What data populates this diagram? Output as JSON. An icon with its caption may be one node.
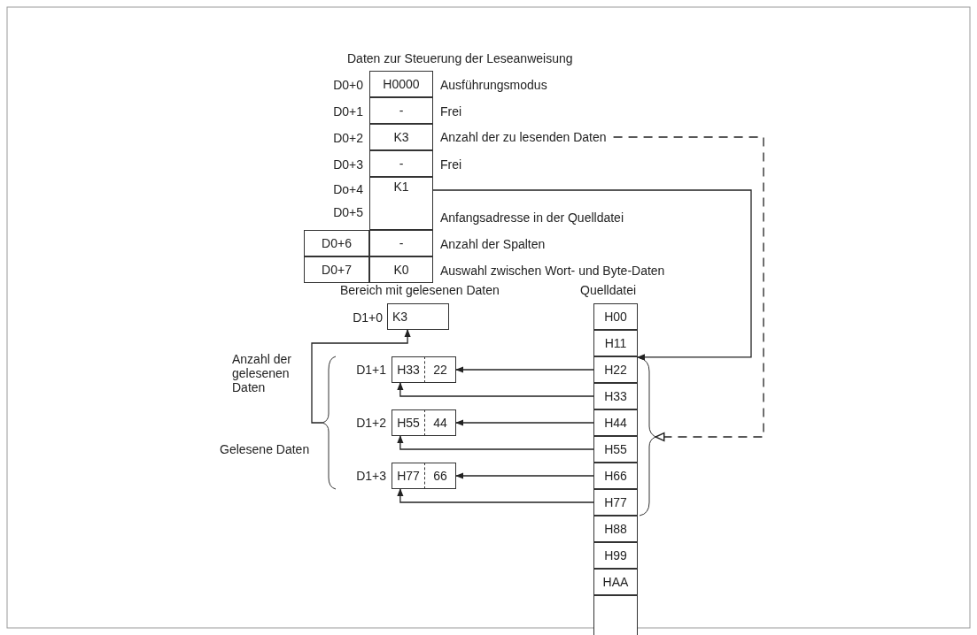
{
  "diagram": {
    "nodes": [
      {
        "text": [
          "H0000"
        ],
        "beside": [
          "Ausführungsmodus"
        ]
      },
      {
        "text": [
          "-"
        ],
        "beside": [
          "Frei"
        ]
      },
      {
        "text": [
          "K3"
        ]
      },
      {
        "text": [
          "-"
        ],
        "beside": [
          "Frei"
        ]
      },
      {
        "text": [
          "K1"
        ],
        "beside": [
          "Anfangsadresse in der Quelldatei"
        ]
      },
      {
        "text": [
          "D0+6"
        ]
      },
      {
        "text": [
          "-"
        ],
        "beside": [
          "Anzahl der Spalten"
        ]
      },
      {
        "text": [
          "D0+7"
        ]
      },
      {
        "text": [
          "K0"
        ],
        "beside": [
          "Auswahl zwischen Wort- und Byte-Daten"
        ]
      },
      {
        "text": [
          "Anzahl der zu lesenden Daten"
        ]
      },
      {
        "text": [
          "K3"
        ]
      },
      {
        "text": [
          "H33"
        ]
      },
      {
        "text": [
          "22"
        ]
      },
      {
        "text": [
          "H55"
        ]
      },
      {
        "text": [
          "44"
        ]
      },
      {
        "text": [
          "H77"
        ]
      },
      {
        "text": [
          "66"
        ]
      },
      {
        "text": [
          "H00"
        ]
      },
      {
        "text": [
          "H11"
        ]
      },
      {
        "text": [
          "H22"
        ]
      },
      {
        "text": [
          "H33"
        ]
      },
      {
        "text": [
          "H44"
        ]
      },
      {
        "text": [
          "H55"
        ]
      },
      {
        "text": [
          "H66"
        ]
      },
      {
        "text": [
          "H77"
        ]
      },
      {
        "text": [
          "H88"
        ]
      },
      {
        "text": [
          "H99"
        ]
      },
      {
        "text": [
          "HAA"
        ]
      },
      {
        "text": [],
        "shape": "box"
      },
      {
        "text": [],
        "shape": "brace"
      },
      {
        "text": [],
        "shape": "brace"
      }
    ],
    "edges": [
      {
        "from": 9,
        "to": 30,
        "arrow": "to",
        "style": "dashed"
      },
      {
        "from": 4,
        "to": 19,
        "arrow": "to"
      },
      {
        "from": 29,
        "to": 10,
        "arrow": "to"
      },
      {
        "from": 19,
        "to": 12,
        "arrow": "to"
      },
      {
        "from": 20,
        "to": 11,
        "arrow": "to"
      },
      {
        "from": 21,
        "to": 14,
        "arrow": "to"
      },
      {
        "from": 22,
        "to": 13,
        "arrow": "to"
      },
      {
        "from": 23,
        "to": 16,
        "arrow": "to"
      },
      {
        "from": 24,
        "to": 15,
        "arrow": "to"
      }
    ],
    "labels": [
      "Daten zur Steuerung der Leseanweisung",
      "D0+0",
      "D0+1",
      "D0+2",
      "D0+3",
      "Do+4",
      "D0+5",
      "Bereich mit gelesenen Daten",
      "Quelldatei",
      "D1+0",
      "Anzahl der gelesenen Daten",
      "D1+1",
      "D1+2",
      "Gelesene Daten",
      "D1+3"
    ]
  }
}
